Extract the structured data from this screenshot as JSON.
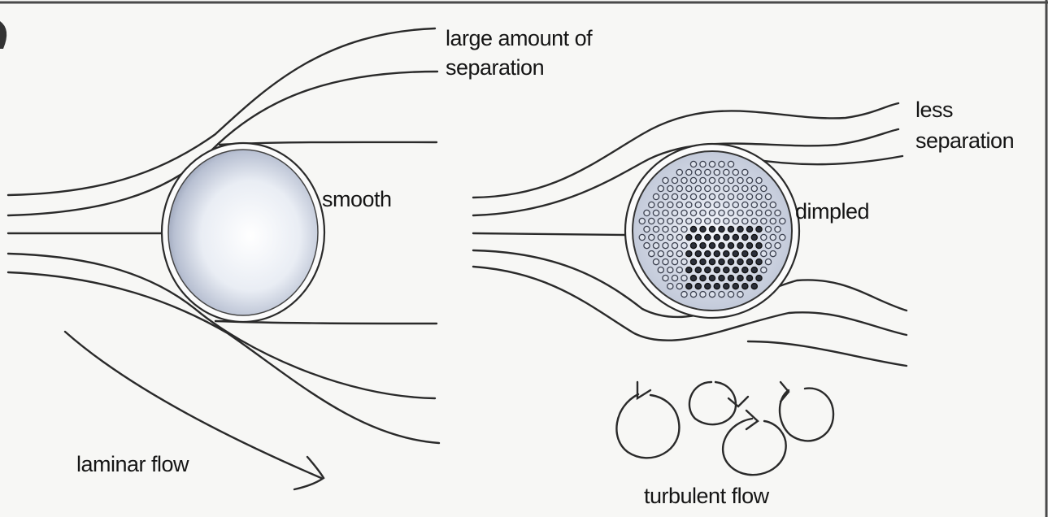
{
  "left_panel": {
    "separation_label_line1": "large amount of",
    "separation_label_line2": "separation",
    "ball_label": "smooth",
    "flow_label": "laminar flow"
  },
  "right_panel": {
    "separation_label_line1": "less",
    "separation_label_line2": "separation",
    "ball_label": "dimpled",
    "flow_label": "turbulent flow"
  }
}
